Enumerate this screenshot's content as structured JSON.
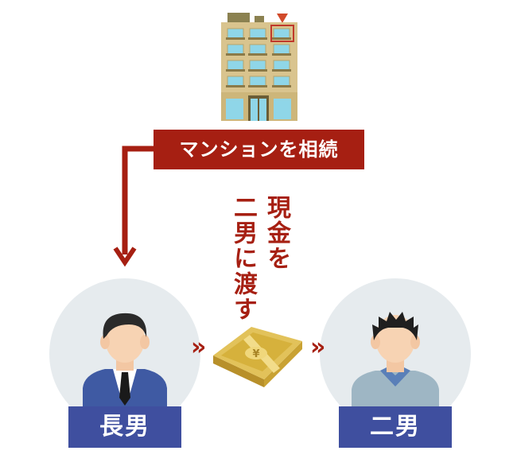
{
  "top": {
    "banner_label": "マンションを相続"
  },
  "middle": {
    "transfer_line1": "現金を",
    "transfer_line2": "二男に渡す"
  },
  "persons": [
    {
      "label": "長男"
    },
    {
      "label": "二男"
    }
  ],
  "arrows": {
    "chevron": "»"
  },
  "colors": {
    "accent_red": "#a61f12",
    "label_blue": "#3f4f9f",
    "circle_bg": "#e6ebee",
    "gold": "#d6b13c"
  }
}
